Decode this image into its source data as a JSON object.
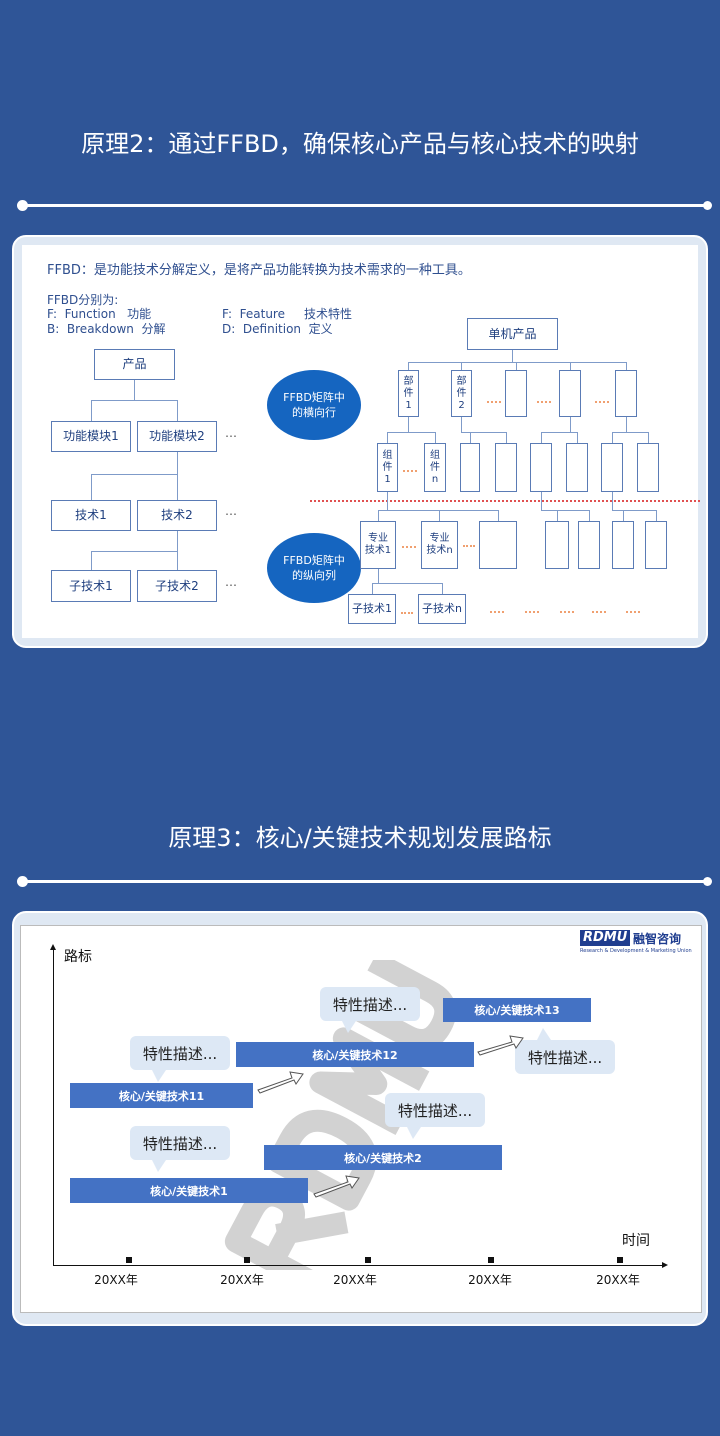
{
  "section1": {
    "title": "原理2：通过FFBD，确保核心产品与核心技术的映射",
    "intro": "FFBD：是功能技术分解定义，是将产品功能转换为技术需求的一种工具。",
    "split_label": "FFBD分别为:",
    "defs": [
      "F:  Function   功能",
      "B:  Breakdown  分解",
      "F:  Feature     技术特性",
      "D:  Definition  定义"
    ],
    "left_tree": {
      "root": "产品",
      "modules": [
        "功能模块1",
        "功能模块2"
      ],
      "techs": [
        "技术1",
        "技术2"
      ],
      "subtechs": [
        "子技术1",
        "子技术2"
      ],
      "ellipsis": "…"
    },
    "circle_row": "FFBD矩阵中\n的横向行",
    "circle_col": "FFBD矩阵中\n的纵向列",
    "right_tree": {
      "root": "单机产品",
      "parts": [
        "部\n件\n1",
        "部\n件\n2"
      ],
      "components": [
        "组\n件\n1",
        "组\n件\nn"
      ],
      "specialties": [
        "专业\n技术1",
        "专业\n技术n"
      ],
      "subtechs": [
        "子技术1",
        "子技术n"
      ]
    }
  },
  "section2": {
    "title": "原理3：核心/关键技术规划发展路标",
    "logo": "RDMU",
    "logo_cn": "融智咨询",
    "logo_sub": "Research & Development & Marketing Union",
    "watermark": "RDMU",
    "y_label": "路标",
    "x_label": "时间",
    "ticks": [
      "20XX年",
      "20XX年",
      "20XX年",
      "20XX年",
      "20XX年"
    ],
    "bars": [
      "核心/关键技术11",
      "核心/关键技术1",
      "核心/关键技术12",
      "核心/关键技术2",
      "核心/关键技术13"
    ],
    "bubbles": [
      "特性描述...",
      "特性描述...",
      "特性描述...",
      "特性描述...",
      "特性描述..."
    ],
    "colors": {
      "bar": "#4472c4",
      "bubble": "#dde8f5",
      "bg": "#2f5597"
    }
  }
}
